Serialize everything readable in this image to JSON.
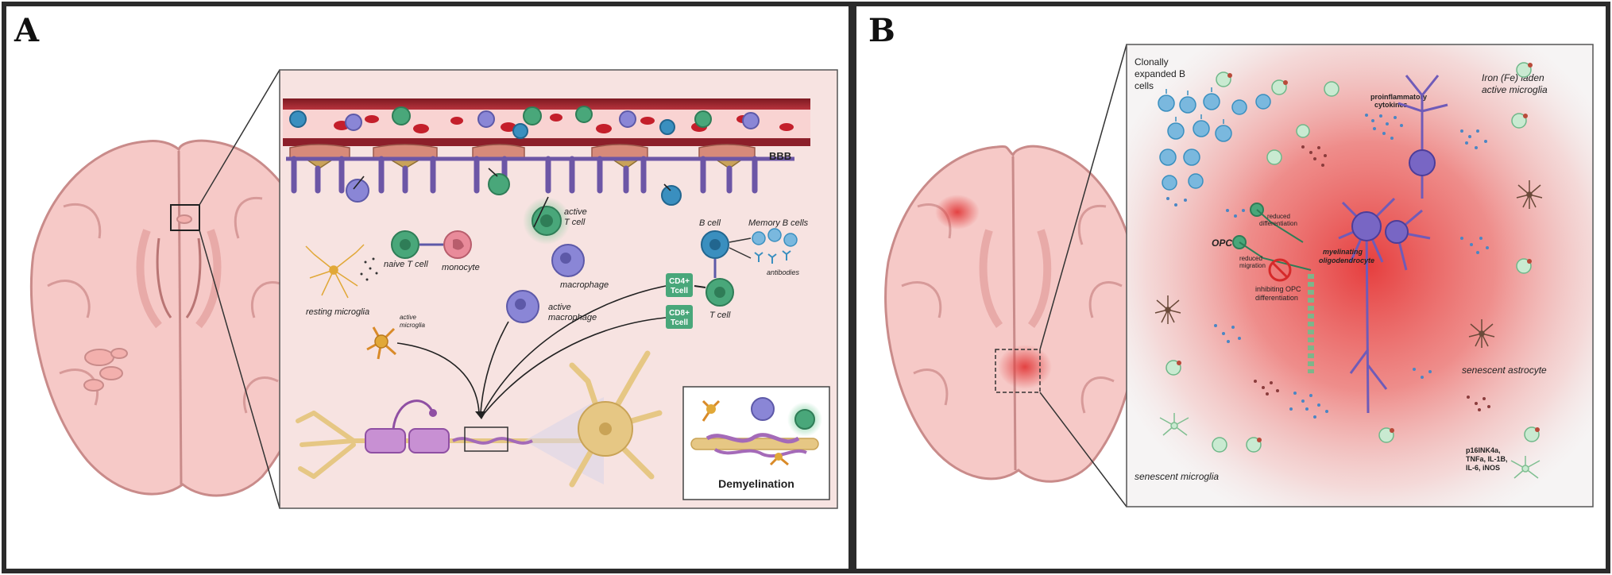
{
  "panels": {
    "a": {
      "letter": "A",
      "labels": {
        "bbb": "BBB",
        "active_t_cell": "active",
        "active_t_cell_2": "T cell",
        "memory_b_cells": "Memory B cells",
        "b_cell": "B cell",
        "naive_t_cell": "naive T cell",
        "monocyte": "monocyte",
        "resting_microglia": "resting microglia",
        "macrophage": "macrophage",
        "antibodies": "antibodies",
        "cd4": "CD4+",
        "cd4_2": "Tcell",
        "cd8": "CD8+",
        "cd8_2": "Tcell",
        "t_cell": "T cell",
        "active_macrophage": "active",
        "active_macrophage_2": "macrophage",
        "active_microglia": "active",
        "active_microglia_2": "microglia",
        "demyelination": "Demyelination"
      }
    },
    "b": {
      "letter": "B",
      "labels": {
        "clonal_b": "Clonally",
        "clonal_b_2": "expanded B",
        "clonal_b_3": "cells",
        "iron_microglia": "Iron (Fe) laden",
        "iron_microglia_2": "active microglia",
        "cytokines": "proinflammatory",
        "cytokines_2": "cytokines",
        "reduced_diff": "reduced",
        "reduced_diff_2": "differentiation",
        "opc": "OPC",
        "reduced_migration": "reduced",
        "reduced_migration_2": "migration",
        "myelinating": "myelinating",
        "myelinating_2": "oligodendrocyte",
        "inhibiting": "inhibiting OPC",
        "inhibiting_2": "differentiation",
        "senescent_astrocyte": "senescent astrocyte",
        "senescent_microglia": "senescent microglia",
        "sasp_1": "p16INK4a,",
        "sasp_2": "TNFa, IL-1B,",
        "sasp_3": "IL-6, iNOS"
      }
    }
  },
  "colors": {
    "frame": "#2b2b2b",
    "zoom_bg": "#f7e3e1",
    "brain_fill": "#f6c9c7",
    "brain_stroke": "#c98b8a",
    "lesion": "#e23b3b",
    "vessel": "#7d1a22",
    "rbc": "#c41f2b",
    "neuron": "#e6c784",
    "myelin": "#a46ab8",
    "t_cell": "#49a77a",
    "b_cell": "#3a8fbf",
    "macrophage": "#8a86d6",
    "monocyte": "#e98b9a",
    "inhibit": "#d62a2a"
  }
}
